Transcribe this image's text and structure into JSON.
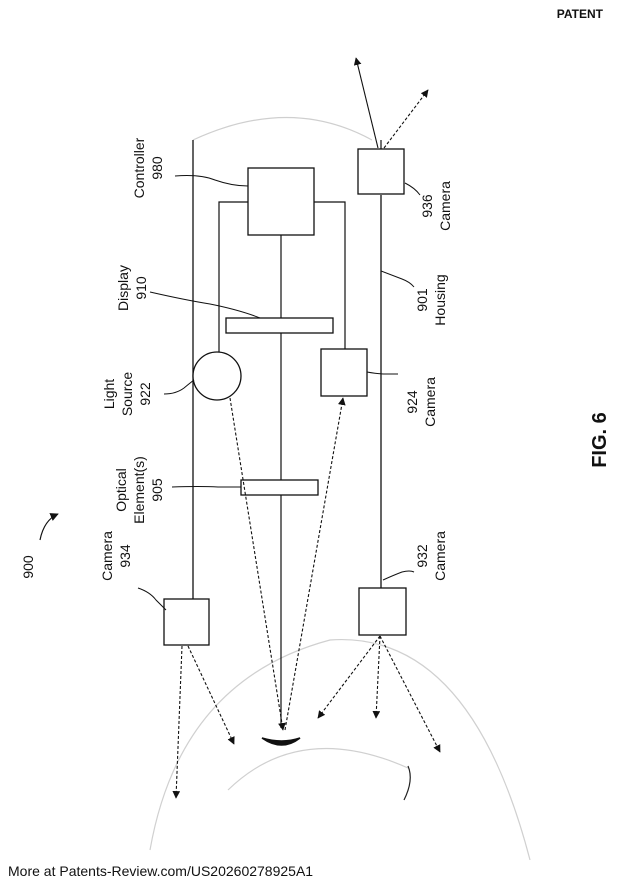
{
  "header": {
    "label": "PATENT"
  },
  "figure": {
    "caption": "FIG. 6",
    "ref_number": "900",
    "labels": {
      "controller": [
        "Controller",
        "980"
      ],
      "display": [
        "Display",
        "910"
      ],
      "light_source": [
        "Light",
        "Source",
        "922"
      ],
      "optical": [
        "Optical",
        "Element(s)",
        "905"
      ],
      "camera_934": [
        "Camera",
        "934"
      ],
      "camera_936": [
        "936",
        "Camera"
      ],
      "housing": [
        "901",
        "Housing"
      ],
      "camera_924": [
        "924",
        "Camera"
      ],
      "camera_932": [
        "932",
        "Camera"
      ]
    }
  },
  "footer": {
    "text": "More at Patents-Review.com/US20260278925A1"
  }
}
